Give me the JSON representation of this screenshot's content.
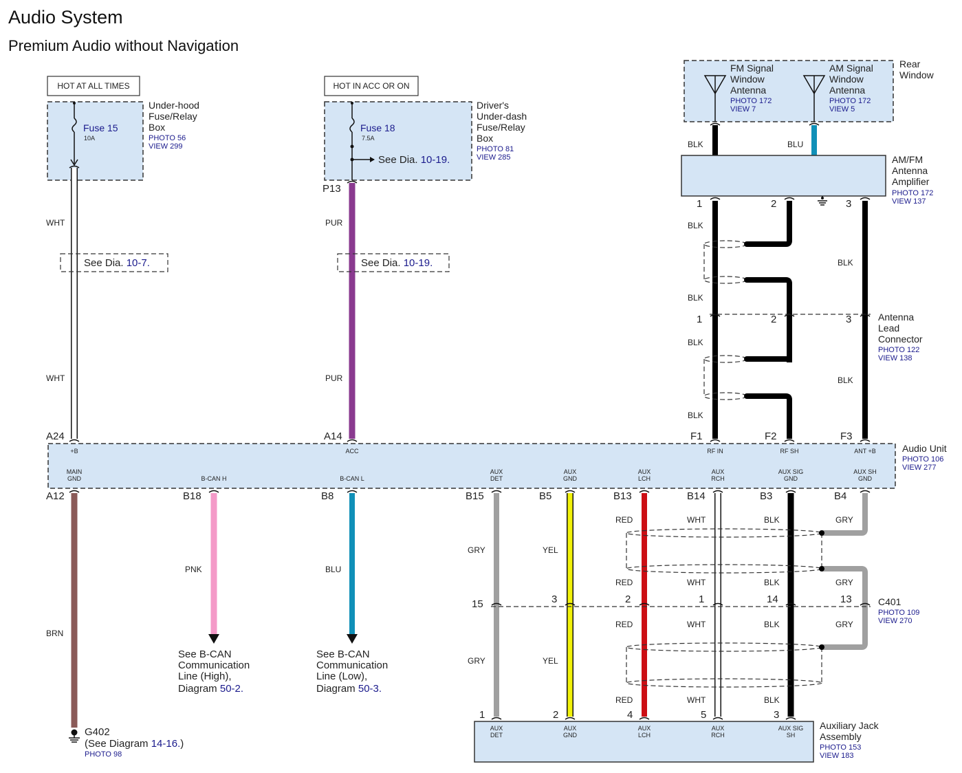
{
  "title": "Audio System",
  "subtitle": "Premium Audio without Navigation",
  "components": {
    "hot_at_all_times": "HOT AT ALL TIMES",
    "hot_in_acc": "HOT IN ACC OR ON",
    "underhood_box": {
      "name_lines": [
        "Under-hood",
        "Fuse/Relay",
        "Box"
      ],
      "photo": "PHOTO 56",
      "view": "VIEW 299",
      "fuse": "Fuse 15",
      "rating": "10A"
    },
    "underdash_box": {
      "name_lines": [
        "Driver's",
        "Under-dash",
        "Fuse/Relay",
        "Box"
      ],
      "photo": "PHOTO 81",
      "view": "VIEW 285",
      "fuse": "Fuse 18",
      "rating": "7.5A",
      "see_prefix": "See Dia.",
      "see_ref": "10-19."
    },
    "rear_window": {
      "name_lines": [
        "Rear",
        "Window"
      ]
    },
    "fm_antenna": {
      "name_lines": [
        "FM Signal",
        "Window",
        "Antenna"
      ],
      "photo": "PHOTO 172",
      "view": "VIEW 7"
    },
    "am_antenna": {
      "name_lines": [
        "AM Signal",
        "Window",
        "Antenna"
      ],
      "photo": "PHOTO 172",
      "view": "VIEW 5"
    },
    "amfm_amp": {
      "name_lines": [
        "AM/FM",
        "Antenna",
        "Amplifier"
      ],
      "photo": "PHOTO 172",
      "view": "VIEW 137"
    },
    "antenna_lead": {
      "name_lines": [
        "Antenna",
        "Lead",
        "Connector"
      ],
      "photo": "PHOTO 122",
      "view": "VIEW 138"
    },
    "audio_unit": {
      "name": "Audio Unit",
      "photo": "PHOTO 106",
      "view": "VIEW 277"
    },
    "c401": {
      "name": "C401",
      "photo": "PHOTO 109",
      "view": "VIEW 270"
    },
    "aux_jack": {
      "name_lines": [
        "Auxiliary Jack",
        "Assembly"
      ],
      "photo": "PHOTO 153",
      "view": "VIEW 183"
    },
    "g402": {
      "name": "G402",
      "see_prefix": "(See Diagram",
      "see_ref": "14-16.",
      "see_suffix": ")",
      "photo": "PHOTO 98"
    }
  },
  "see_dia_1": {
    "prefix": "See Dia.",
    "ref": "10-7."
  },
  "see_dia_2": {
    "prefix": "See Dia.",
    "ref": "10-19."
  },
  "bcan_high": {
    "lines": [
      "See B-CAN",
      "Communication",
      "Line (High),"
    ],
    "diag_prefix": "Diagram",
    "diag_ref": "50-2."
  },
  "bcan_low": {
    "lines": [
      "See B-CAN",
      "Communication",
      "Line (Low),"
    ],
    "diag_prefix": "Diagram",
    "diag_ref": "50-3."
  },
  "audio_unit_pins_top": [
    {
      "pin": "A24",
      "func": "+B"
    },
    {
      "pin": "A14",
      "func": "ACC"
    },
    {
      "pin": "F1",
      "func": "RF IN"
    },
    {
      "pin": "F2",
      "func": "RF SH"
    },
    {
      "pin": "F3",
      "func": "ANT +B"
    }
  ],
  "audio_unit_pins_bottom": [
    {
      "pin": "A12",
      "func": [
        "MAIN",
        "GND"
      ]
    },
    {
      "pin": "B18",
      "func": [
        "B-CAN H"
      ]
    },
    {
      "pin": "B8",
      "func": [
        "B-CAN L"
      ]
    },
    {
      "pin": "B15",
      "func": [
        "AUX",
        "DET"
      ]
    },
    {
      "pin": "B5",
      "func": [
        "AUX",
        "GND"
      ]
    },
    {
      "pin": "B13",
      "func": [
        "AUX",
        "LCH"
      ]
    },
    {
      "pin": "B14",
      "func": [
        "AUX",
        "RCH"
      ]
    },
    {
      "pin": "B3",
      "func": [
        "AUX SIG",
        "GND"
      ]
    },
    {
      "pin": "B4",
      "func": [
        "AUX SH",
        "GND"
      ]
    }
  ],
  "aux_jack_pins": [
    {
      "pin": "1",
      "func": [
        "AUX",
        "DET"
      ]
    },
    {
      "pin": "2",
      "func": [
        "AUX",
        "GND"
      ]
    },
    {
      "pin": "4",
      "func": [
        "AUX",
        "LCH"
      ]
    },
    {
      "pin": "5",
      "func": [
        "AUX",
        "RCH"
      ]
    },
    {
      "pin": "3",
      "func": [
        "AUX SIG",
        "SH"
      ]
    }
  ],
  "c401_pins": [
    "15",
    "3",
    "2",
    "1",
    "14",
    "13"
  ],
  "amp_pins": [
    "1",
    "2",
    "3"
  ],
  "lead_pins": [
    "1",
    "2",
    "3"
  ],
  "pin_p13": "P13",
  "wire_labels": {
    "wht": "WHT",
    "pur": "PUR",
    "blk": "BLK",
    "blu": "BLU",
    "brn": "BRN",
    "pnk": "PNK",
    "gry": "GRY",
    "yel": "YEL",
    "red": "RED"
  },
  "wire_colors": {
    "wht": "#ffffff",
    "pur": "#8a3a8f",
    "blk": "#000000",
    "blu": "#1090b8",
    "brn": "#8a5a58",
    "pnk": "#f49ac8",
    "gry": "#a0a0a0",
    "yel": "#f2f20a",
    "red": "#cc0e14"
  },
  "box_fill": "#d5e5f5"
}
